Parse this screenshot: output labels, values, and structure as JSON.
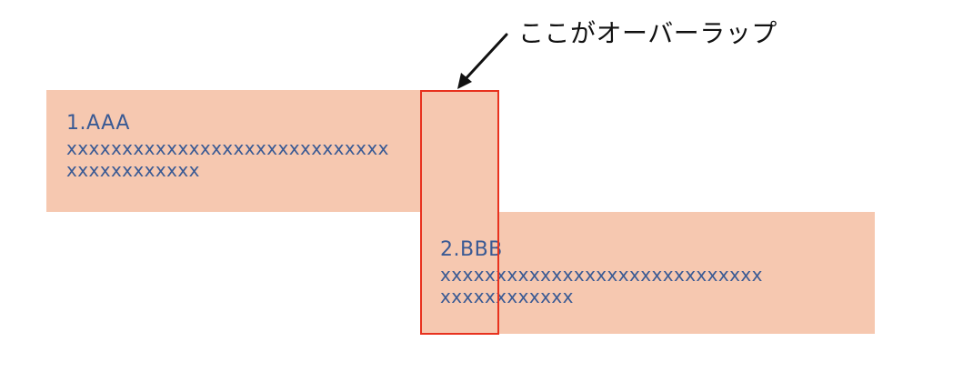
{
  "callout": {
    "text": "ここがオーバーラップ"
  },
  "blocks": [
    {
      "title": "1.AAA",
      "lines": [
        "xxxxxxxxxxxxxxxxxxxxxxxxxxxxx",
        "xxxxxxxxxxxx"
      ]
    },
    {
      "title": "2.BBB",
      "lines": [
        "xxxxxxxxxxxxxxxxxxxxxxxxxxxxx",
        "xxxxxxxxxxxx"
      ]
    }
  ],
  "colors": {
    "block_fill": "#f6c8b0",
    "text": "#3a5a94",
    "overlap_border": "#e8321e",
    "arrow": "#111111"
  }
}
